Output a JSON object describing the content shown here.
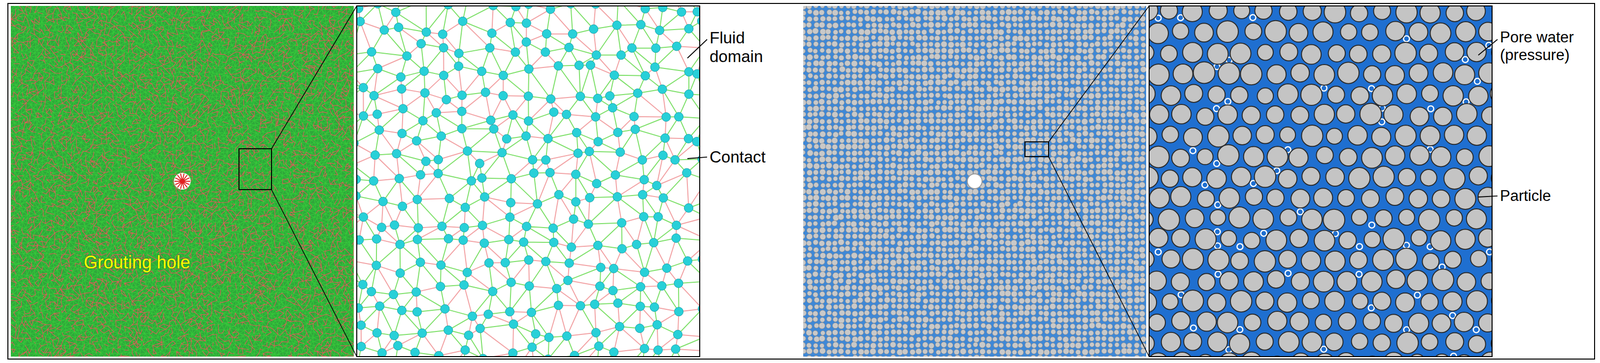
{
  "diagram": {
    "labels": [
      "Grouting hole",
      "Fluid domain",
      "Contact",
      "Pore water (pressure)",
      "Particle"
    ]
  }
}
